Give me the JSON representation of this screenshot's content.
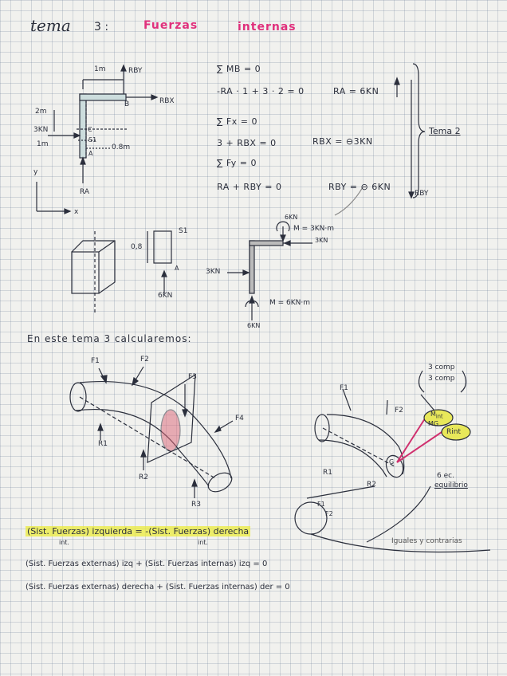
{
  "header": {
    "tema_word": "tema",
    "tema_number": "3 :",
    "title_1": "Fuerzas",
    "title_2": "internas"
  },
  "diagram_top": {
    "dim_1m_top": "1m",
    "rby": "RBY",
    "b": "B",
    "rbx": "RBX",
    "dim_2m": "2m",
    "force_3kn": "3KN",
    "c": "C",
    "s1": "S1",
    "dim_1m_left": "1m",
    "dim_08m": "0.8m",
    "a": "A",
    "ra": "RA",
    "axis_y": "y",
    "axis_x": "x"
  },
  "equations": {
    "eq1": "∑ MB = 0",
    "eq2": "-RA · 1 + 3 · 2 = 0",
    "eq2_result": "RA = 6KN",
    "eq3": "∑ Fx = 0",
    "eq4": "3 + RBX = 0",
    "eq4_result": "RBX = ⊖3KN",
    "eq5": "∑ Fy = 0",
    "eq6": "RA + RBY = 0",
    "eq6_result": "RBY = ⊖ 6KN",
    "tema2": "Tema 2",
    "rby_down": "RBY"
  },
  "diagram_mid": {
    "s1": "S1",
    "dim_08": "0,8",
    "a": "A",
    "load_6kn": "6KN",
    "top_6kn": "6KN",
    "moment_top": "M = 3KN·m",
    "top_3kn": "3KN",
    "left_3kn": "3KN",
    "moment_bottom": "M = 6KN·m",
    "bottom_6kn": "6KN"
  },
  "intro_line": "En este tema 3 calcularemos:",
  "beam_3d": {
    "f1": "F1",
    "f2": "F2",
    "f3": "F3",
    "f4": "F4",
    "r1": "R1",
    "r2": "R2",
    "r3": "R3"
  },
  "beam_right": {
    "comp1": "3 comp",
    "comp2": "3 comp",
    "f1": "F1",
    "f2": "F2",
    "r1": "R1",
    "r2": "R2",
    "g": "G",
    "mint": "M",
    "mint_sub": "int",
    "mg": "MG",
    "rint": "Rint",
    "ec1": "6 ec.",
    "ec2": "equilibrio",
    "f1_small": "F1",
    "f2_small": "F2",
    "iguales": "Iguales y contrarias"
  },
  "bottom_eqs": {
    "line1_a": "(Sist. Fuerzas) izquierda = -(Sist. Fuerzas) derecha",
    "int_1": "int.",
    "int_2": "int.",
    "line2": "(Sist. Fuerzas externas) izq + (Sist. Fuerzas internas) izq = 0",
    "line3": "(Sist. Fuerzas externas) derecha + (Sist. Fuerzas internas) der = 0"
  }
}
